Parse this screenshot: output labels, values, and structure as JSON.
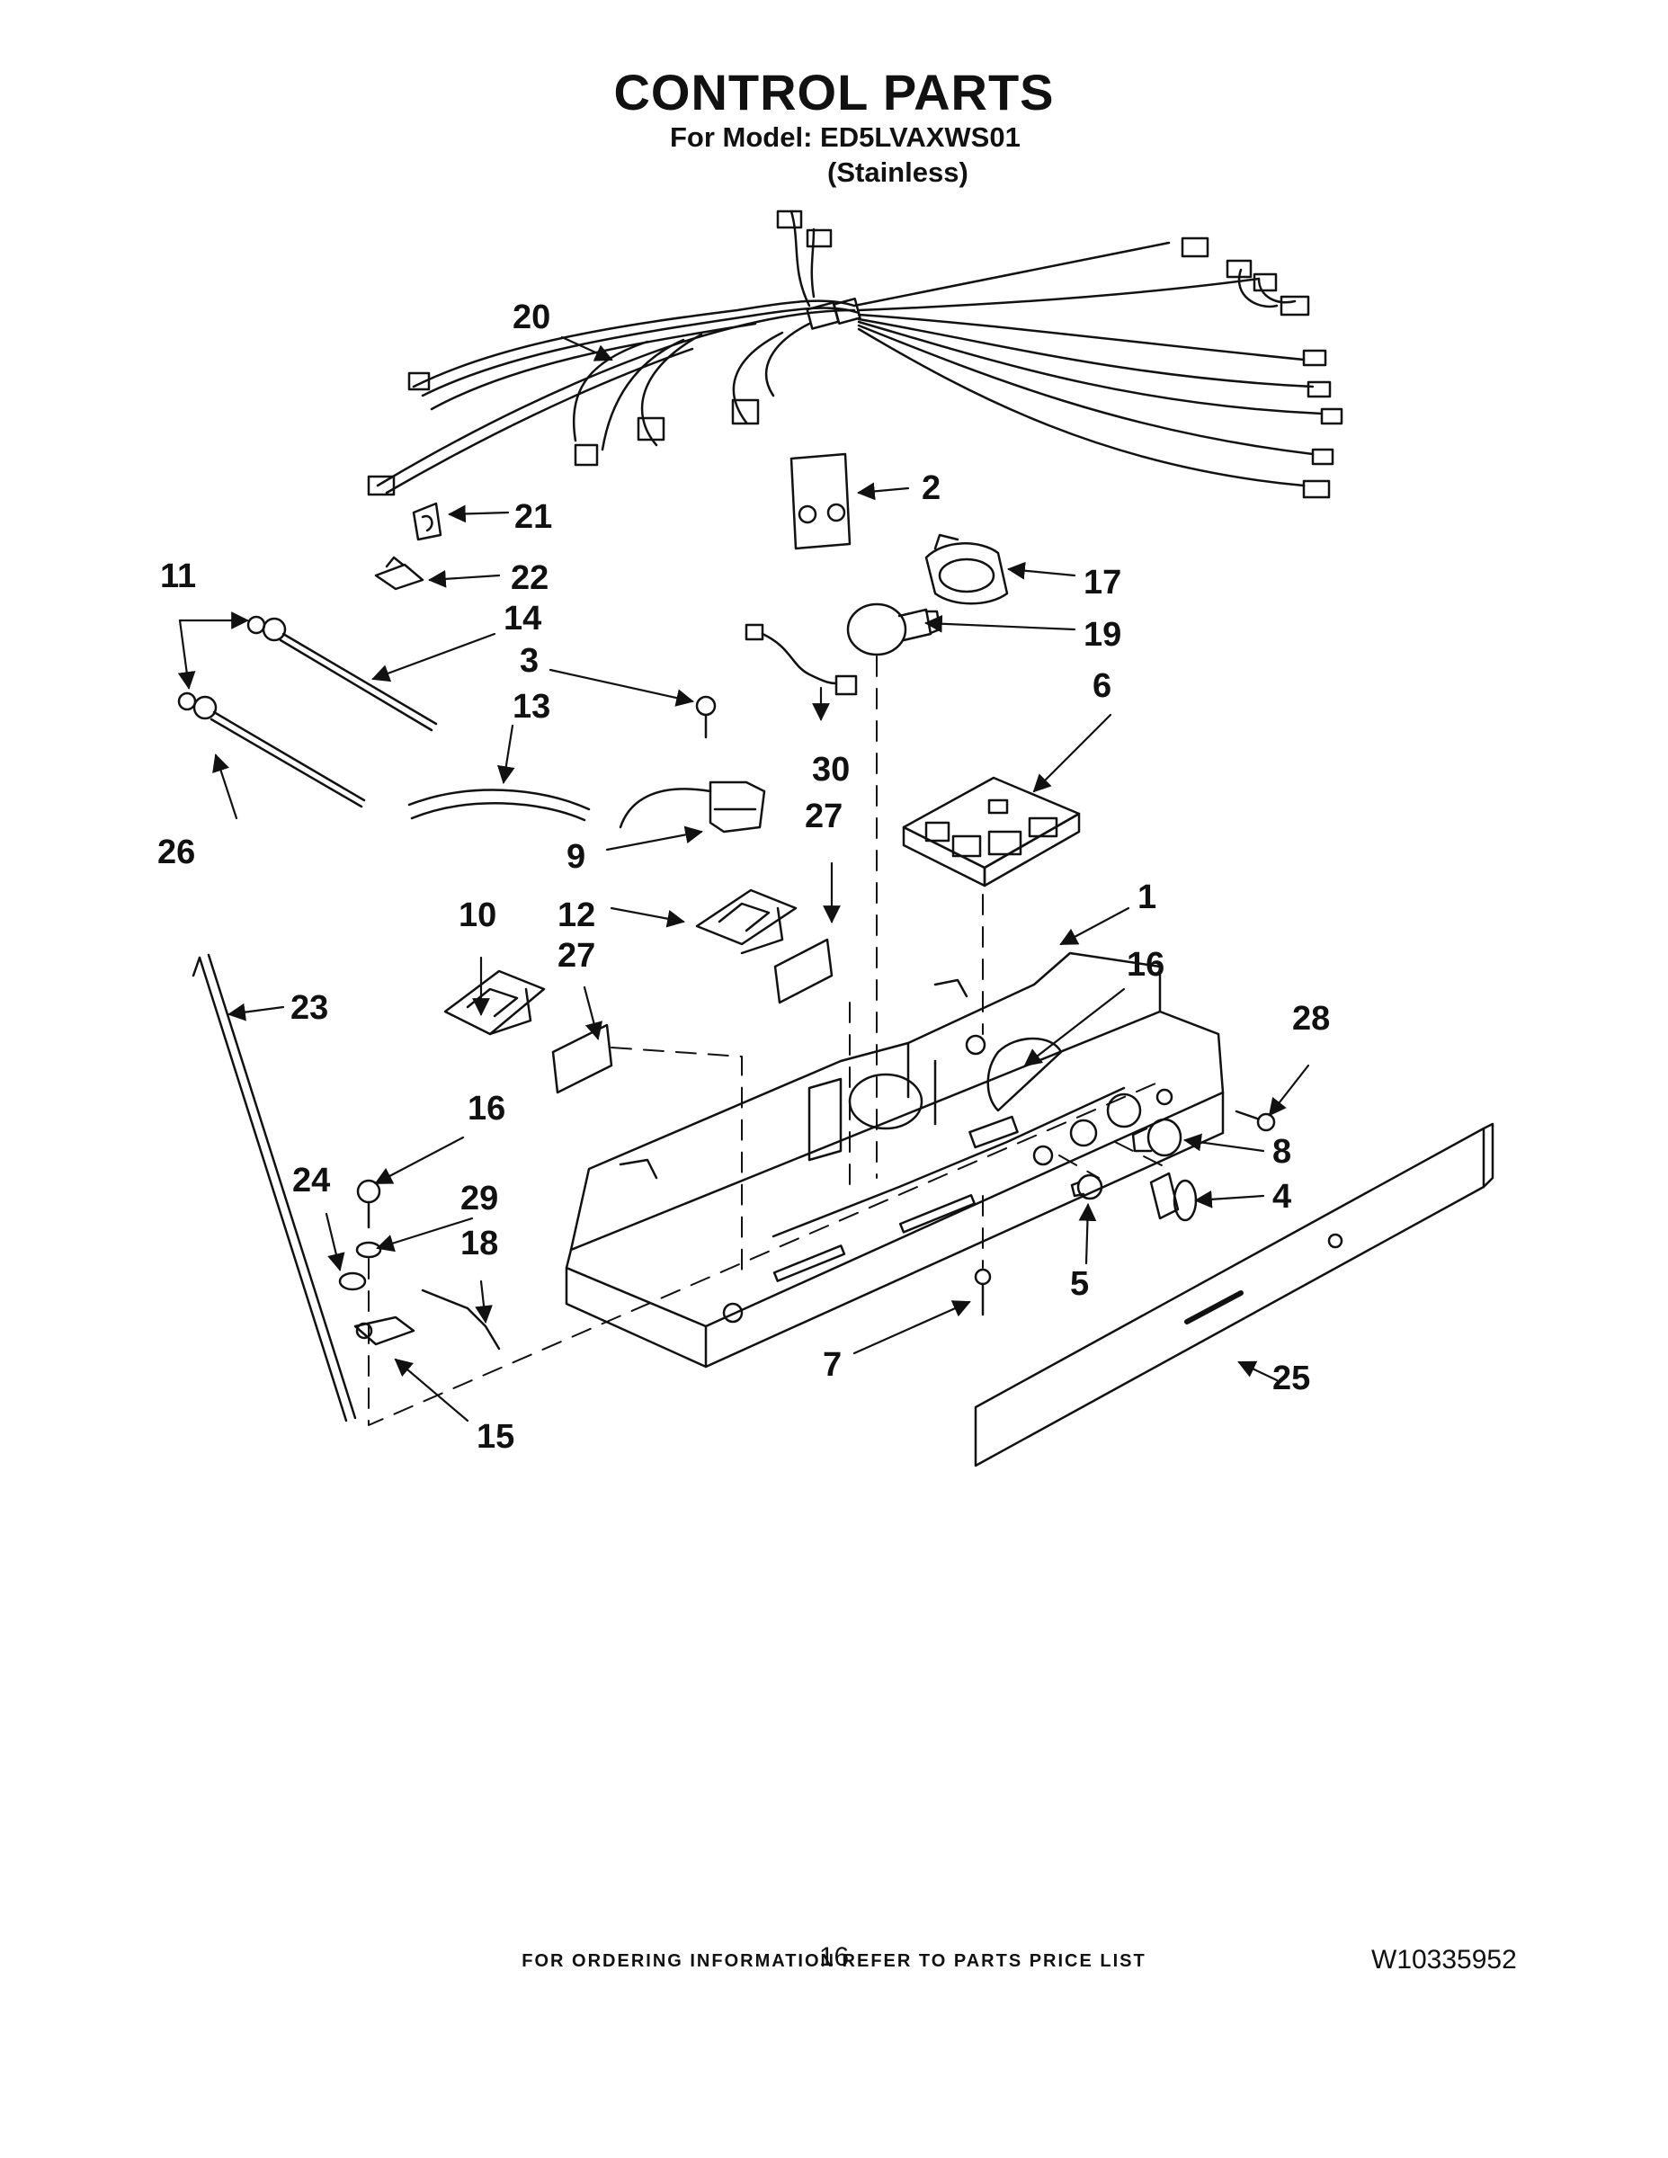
{
  "header": {
    "title": "CONTROL PARTS",
    "model_line": "For Model: ED5LVAXWS01",
    "variant_line": "(Stainless)"
  },
  "callouts": {
    "c1": "1",
    "c2": "2",
    "c3": "3",
    "c4": "4",
    "c5": "5",
    "c6": "6",
    "c7": "7",
    "c8": "8",
    "c9": "9",
    "c10": "10",
    "c11": "11",
    "c12": "12",
    "c13": "13",
    "c14": "14",
    "c15": "15",
    "c16a": "16",
    "c16b": "16",
    "c17": "17",
    "c18": "18",
    "c19": "19",
    "c20": "20",
    "c21": "21",
    "c22": "22",
    "c23": "23",
    "c24": "24",
    "c25": "25",
    "c26": "26",
    "c27a": "27",
    "c27b": "27",
    "c28": "28",
    "c29": "29",
    "c30": "30"
  },
  "footer": {
    "ordering_note": "FOR ORDERING INFORMATION REFER TO PARTS PRICE LIST",
    "page_number": "16",
    "document_number": "W10335952"
  }
}
